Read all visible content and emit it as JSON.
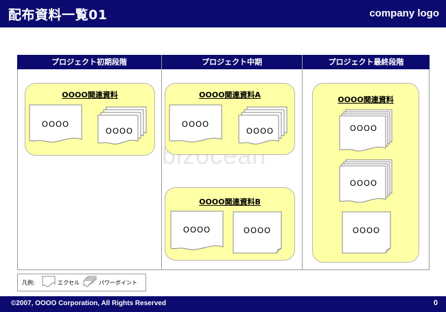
{
  "header": {
    "title": "配布資料一覧01",
    "logo": "company logo"
  },
  "footer": {
    "copyright": "©2007, OOOO Corporation, All Rights Reserved",
    "page_number": "0"
  },
  "phases": [
    {
      "label": "プロジェクト初期段階"
    },
    {
      "label": "プロジェクト中期"
    },
    {
      "label": "プロジェクト最終段階"
    }
  ],
  "groups": [
    {
      "title": "OOOO関連資料"
    },
    {
      "title": "OOOO関連資料A"
    },
    {
      "title": "OOOO関連資料B"
    },
    {
      "title": "OOOO関連資料"
    }
  ],
  "doc_label": "OOOO",
  "legend": {
    "prefix": "凡例:",
    "excel": "エクセル",
    "powerpoint": "パワーポイント"
  },
  "watermark": "bizocean",
  "colors": {
    "navy": "#0b0a6e",
    "group_fill": "#ffffa6"
  }
}
